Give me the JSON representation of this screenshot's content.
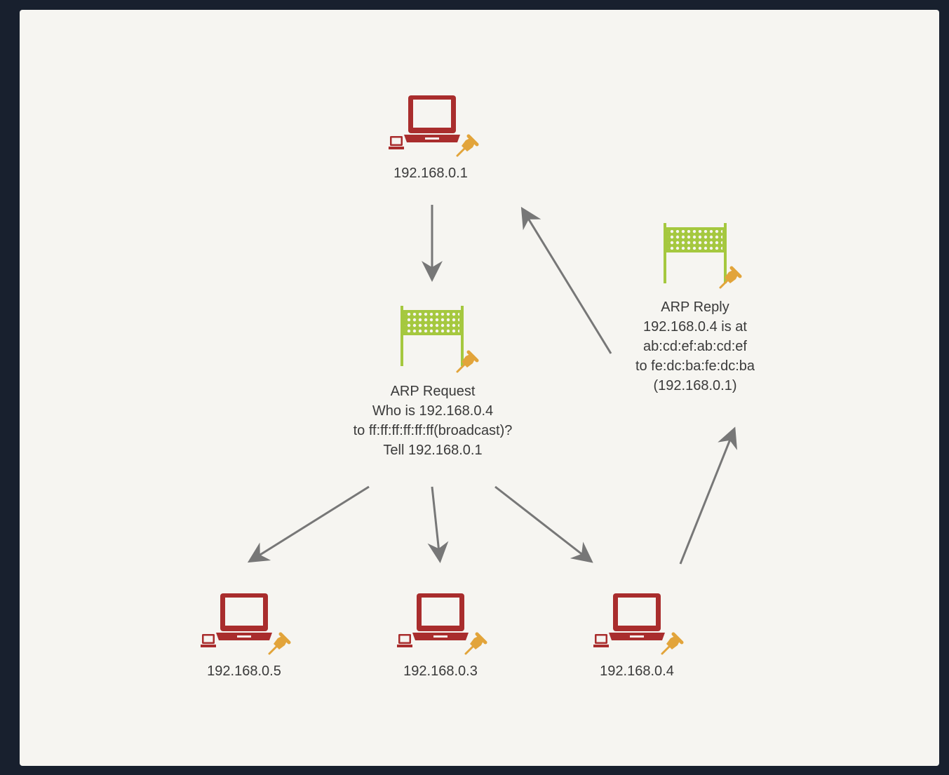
{
  "colors": {
    "computer": "#a92d2d",
    "firewall": "#a5c83f",
    "pin": "#e2a43a",
    "edge": "#777777",
    "canvas": "#f6f5f1",
    "frame": "#18202e"
  },
  "nodes": {
    "host_1": {
      "label": "192.168.0.1",
      "icon": "laptop-icon"
    },
    "arp_request": {
      "icon": "packet-frame-icon",
      "lines": [
        "ARP Request",
        "Who is 192.168.0.4",
        "to ff:ff:ff:ff:ff:ff(broadcast)?",
        "Tell 192.168.0.1"
      ]
    },
    "arp_reply": {
      "icon": "packet-frame-icon",
      "lines": [
        "ARP Reply",
        "192.168.0.4 is at",
        "ab:cd:ef:ab:cd:ef",
        "to fe:dc:ba:fe:dc:ba",
        "(192.168.0.1)"
      ]
    },
    "host_5": {
      "label": "192.168.0.5",
      "icon": "laptop-icon"
    },
    "host_3": {
      "label": "192.168.0.3",
      "icon": "laptop-icon"
    },
    "host_4": {
      "label": "192.168.0.4",
      "icon": "laptop-icon"
    }
  },
  "edges": [
    {
      "from": "host_1",
      "to": "arp_request"
    },
    {
      "from": "arp_request",
      "to": "host_5"
    },
    {
      "from": "arp_request",
      "to": "host_3"
    },
    {
      "from": "arp_request",
      "to": "host_4"
    },
    {
      "from": "host_4",
      "to": "arp_reply"
    },
    {
      "from": "arp_reply",
      "to": "host_1"
    }
  ]
}
